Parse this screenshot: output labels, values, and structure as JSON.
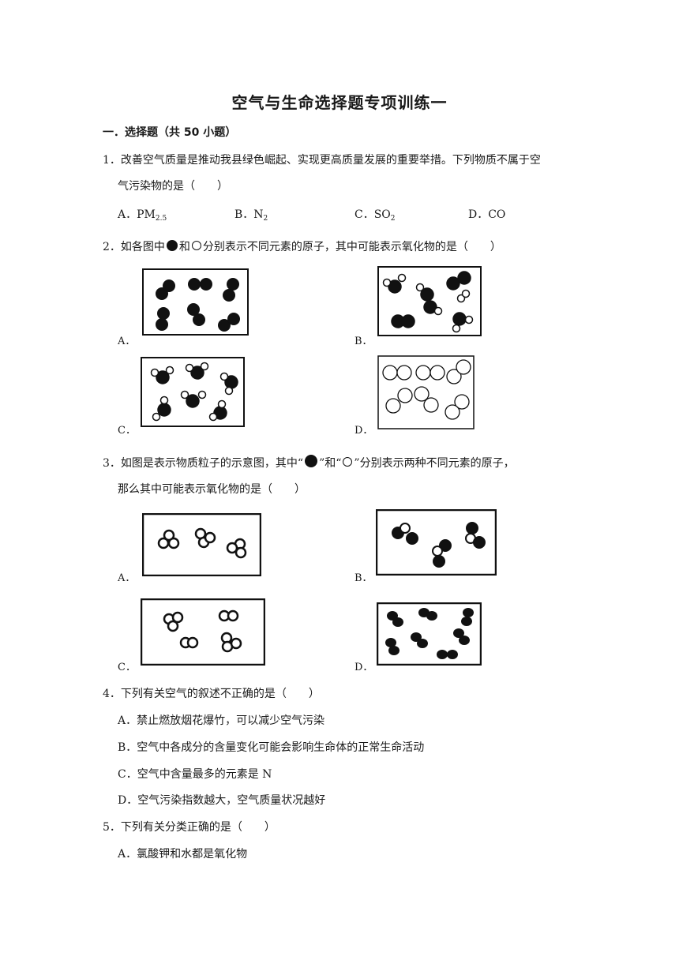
{
  "title": "空气与生命选择题专项训练一",
  "section": "一．选择题（共 50 小题）",
  "q1": {
    "line1": "1．改善空气质量是推动我县绿色崛起、实现更高质量发展的重要举措。下列物质不属于空",
    "line2": "气污染物的是（　　）",
    "options": [
      {
        "label": "A．PM",
        "sub": "2.5"
      },
      {
        "label": "B．N",
        "sub": "2"
      },
      {
        "label": "C．SO",
        "sub": "2"
      },
      {
        "label": "D．CO",
        "sub": ""
      }
    ]
  },
  "q2": {
    "pre": "2．如各图中",
    "mid": "和",
    "post": "分别表示不同元素的原子，其中可能表示氧化物的是（　　）",
    "labels": [
      "A．",
      "B．",
      "C．",
      "D．"
    ]
  },
  "q3": {
    "pre": "3．如图是表示物质粒子的示意图，其中“",
    "mid": "”和“",
    "post": "”分别表示两种不同元素的原子，",
    "line2": "那么其中可能表示氧化物的是（　　）",
    "labels": [
      "A．",
      "B．",
      "C．",
      "D．"
    ]
  },
  "q4": {
    "stem": "4．下列有关空气的叙述不正确的是（　　）",
    "options": [
      "A．禁止燃放烟花爆竹，可以减少空气污染",
      "B．空气中各成分的含量变化可能会影响生命体的正常生命活动",
      "C．空气中含量最多的元素是 N",
      "D．空气污染指数越大，空气质量状况越好"
    ]
  },
  "q5": {
    "stem": "5．下列有关分类正确的是（　　）",
    "options": [
      "A．氯酸钾和水都是氧化物"
    ]
  }
}
